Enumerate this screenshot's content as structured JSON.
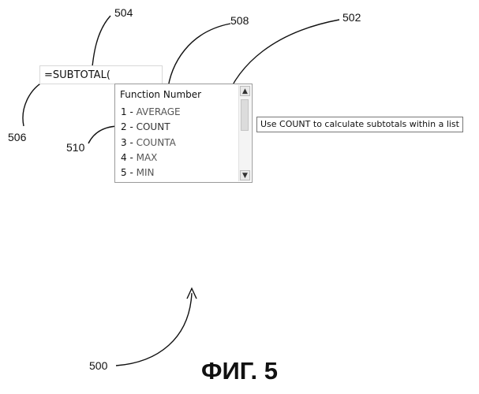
{
  "reference_labels": {
    "formula": "504",
    "dropdown_header": "508",
    "scrollbar": "502",
    "formula_box": "506",
    "selected_option": "510",
    "figure": "500"
  },
  "formula_bar": {
    "text": "=SUBTOTAL("
  },
  "dropdown": {
    "header": "Function Number",
    "options": [
      {
        "number": "1",
        "separator": " - ",
        "name": "AVERAGE"
      },
      {
        "number": "2",
        "separator": " - ",
        "name": "COUNT"
      },
      {
        "number": "3",
        "separator": " - ",
        "name": "COUNTA"
      },
      {
        "number": "4",
        "separator": " - ",
        "name": "MAX"
      },
      {
        "number": "5",
        "separator": " - ",
        "name": "MIN"
      }
    ],
    "selected_index": 1,
    "scroll_up_icon": "chevron-up-icon",
    "scroll_down_icon": "chevron-down-icon"
  },
  "tooltip": {
    "text": "Use COUNT to calculate subtotals within a list"
  },
  "caption": "ФИГ. 5"
}
